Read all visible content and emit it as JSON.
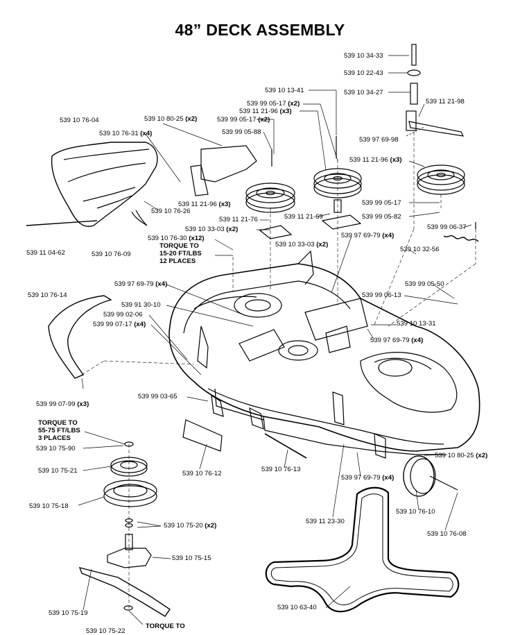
{
  "title": "48” DECK ASSEMBLY",
  "labels": [
    {
      "id": "l1",
      "part": "539 10 34-33",
      "qty": ""
    },
    {
      "id": "l2",
      "part": "539 10 22-43",
      "qty": ""
    },
    {
      "id": "l3",
      "part": "539 10 34-27",
      "qty": ""
    },
    {
      "id": "l4",
      "part": "539 10 13-41",
      "qty": ""
    },
    {
      "id": "l5",
      "part": "539 99 05-17",
      "qty": "(x2)"
    },
    {
      "id": "l6",
      "part": "539 11 21-96",
      "qty": "(x3)"
    },
    {
      "id": "l7",
      "part": "539 99 05-17",
      "qty": "(x2)"
    },
    {
      "id": "l8",
      "part": "539 11 21-98",
      "qty": ""
    },
    {
      "id": "l9",
      "part": "539 10 80-25",
      "qty": "(x2)"
    },
    {
      "id": "l10",
      "part": "539 10 76-04",
      "qty": ""
    },
    {
      "id": "l11",
      "part": "539 99 05-88",
      "qty": ""
    },
    {
      "id": "l12",
      "part": "539 10 76-31",
      "qty": "(x4)"
    },
    {
      "id": "l13",
      "part": "539 97 69-98",
      "qty": ""
    },
    {
      "id": "l14",
      "part": "539 11 21-96",
      "qty": "(x3)"
    },
    {
      "id": "l15",
      "part": "539 99 05-17",
      "qty": ""
    },
    {
      "id": "l16",
      "part": "539 11 21-96",
      "qty": "(x3)"
    },
    {
      "id": "l17",
      "part": "539 99 05-82",
      "qty": ""
    },
    {
      "id": "l18",
      "part": "539 10 76-26",
      "qty": ""
    },
    {
      "id": "l19",
      "part": "539 11 21-76",
      "qty": ""
    },
    {
      "id": "l20",
      "part": "539 11 21-69",
      "qty": ""
    },
    {
      "id": "l21",
      "part": "539 99 06-37",
      "qty": ""
    },
    {
      "id": "l22",
      "part": "539 10 33-03",
      "qty": "(x2)"
    },
    {
      "id": "l23",
      "part": "539 10 76-30",
      "qty": "(x12)"
    },
    {
      "id": "l24",
      "part": "539 97 69-79",
      "qty": "(x4)"
    },
    {
      "id": "l25",
      "part": "539 10 33-03",
      "qty": "(x2)"
    },
    {
      "id": "l26",
      "part": "539 11 04-62",
      "qty": ""
    },
    {
      "id": "l27",
      "part": "539 10 76-09",
      "qty": ""
    },
    {
      "id": "l28",
      "part": "539 10 32-56",
      "qty": ""
    },
    {
      "id": "l29",
      "part": "539 97 69-79",
      "qty": "(x4)"
    },
    {
      "id": "l30",
      "part": "539 99 05-50",
      "qty": ""
    },
    {
      "id": "l31",
      "part": "539 10 76-14",
      "qty": ""
    },
    {
      "id": "l32",
      "part": "539 99 06-13",
      "qty": ""
    },
    {
      "id": "l33",
      "part": "539 91 30-10",
      "qty": ""
    },
    {
      "id": "l34",
      "part": "539 99 02-06",
      "qty": ""
    },
    {
      "id": "l35",
      "part": "539 99 07-17",
      "qty": "(x4)"
    },
    {
      "id": "l36",
      "part": "539 10 13-31",
      "qty": ""
    },
    {
      "id": "l37",
      "part": "539 97 69-79",
      "qty": "(x4)"
    },
    {
      "id": "l38",
      "part": "539 99 07-99",
      "qty": "(x3)"
    },
    {
      "id": "l39",
      "part": "539 99 03-65",
      "qty": ""
    },
    {
      "id": "l40",
      "part": "539 10 75-90",
      "qty": ""
    },
    {
      "id": "l41",
      "part": "539 10 80-25",
      "qty": "(x2)"
    },
    {
      "id": "l42",
      "part": "539 10 75-21",
      "qty": ""
    },
    {
      "id": "l43",
      "part": "539 10 76-12",
      "qty": ""
    },
    {
      "id": "l44",
      "part": "539 10 76-13",
      "qty": ""
    },
    {
      "id": "l45",
      "part": "539 97 69-79",
      "qty": "(x4)"
    },
    {
      "id": "l46",
      "part": "539 10 75-18",
      "qty": ""
    },
    {
      "id": "l47",
      "part": "539 10 76-10",
      "qty": ""
    },
    {
      "id": "l48",
      "part": "539 10 75-20",
      "qty": "(x2)"
    },
    {
      "id": "l49",
      "part": "539 11 23-30",
      "qty": ""
    },
    {
      "id": "l50",
      "part": "539 10 76-08",
      "qty": ""
    },
    {
      "id": "l51",
      "part": "539 10 75-15",
      "qty": ""
    },
    {
      "id": "l52",
      "part": "539 10 75-19",
      "qty": ""
    },
    {
      "id": "l53",
      "part": "539 10 63-40",
      "qty": ""
    },
    {
      "id": "l54",
      "part": "539 10 75-22",
      "qty": ""
    }
  ],
  "notes": {
    "torque1": [
      "TORQUE TO",
      "15-20 FT/LBS",
      "12 PLACES"
    ],
    "torque2": [
      "TORQUE TO",
      "55-75 FT/LBS",
      "3 PLACES"
    ],
    "torque3": "TORQUE TO"
  }
}
